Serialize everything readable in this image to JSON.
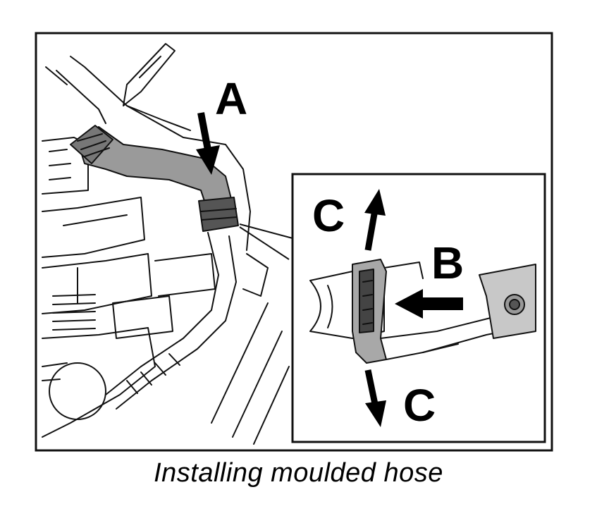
{
  "callouts": {
    "a": "A",
    "b": "B",
    "c_up": "C",
    "c_down": "C"
  },
  "caption": "Installing moulded hose"
}
